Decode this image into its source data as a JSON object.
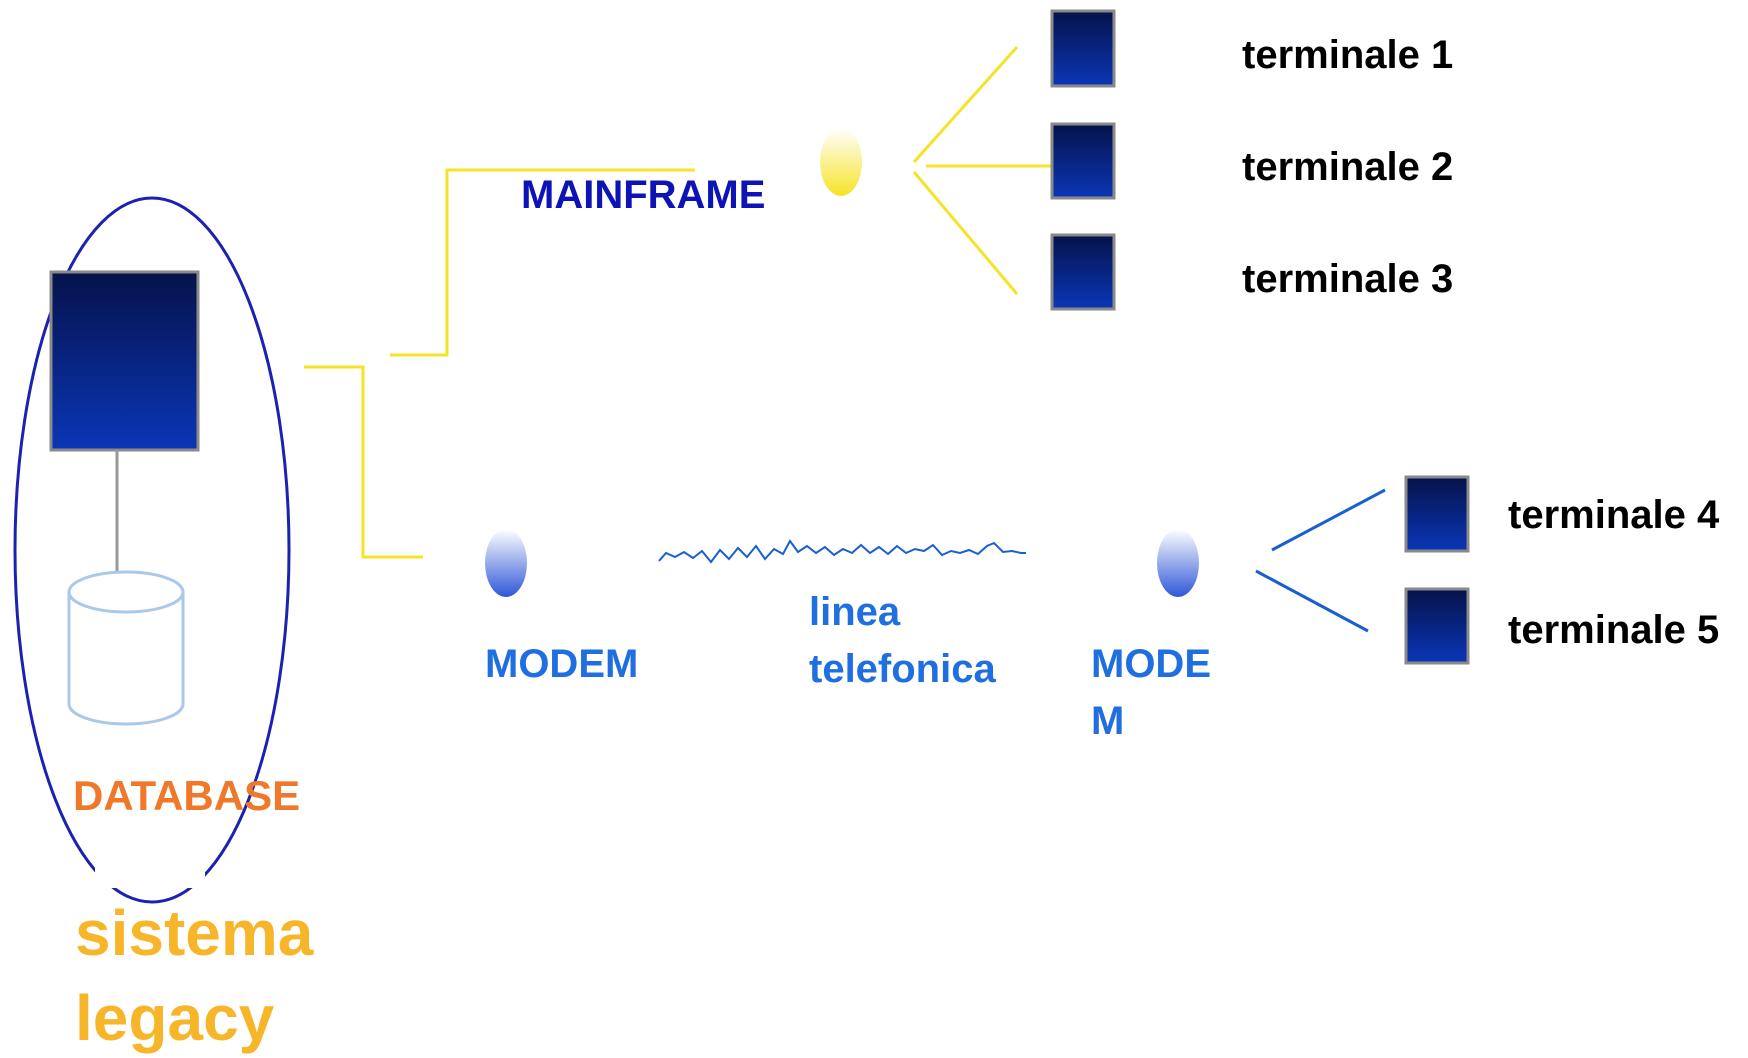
{
  "labels": {
    "mainframe": "MAINFRAME",
    "modem_left": "MODEM",
    "modem_right_line1": "MODE",
    "modem_right_line2": "M",
    "phone_line_line1": "linea",
    "phone_line_line2": "telefonica",
    "database": "DATABASE",
    "legacy_line1": "sistema",
    "legacy_line2": "legacy"
  },
  "terminals": [
    "terminale 1",
    "terminale 2",
    "terminale 3",
    "terminale 4",
    "terminale 5"
  ],
  "colors": {
    "connector_yellow": "#f6e327",
    "wire_blue": "#1a5fd0",
    "ellipse_outline": "#1c22b0",
    "server_dark": "#06124a",
    "server_light": "#0a36b8",
    "cylinder_outline": "#a9c8ec",
    "node_yellow": "#f6e327",
    "node_blue": "#3c64e0"
  }
}
